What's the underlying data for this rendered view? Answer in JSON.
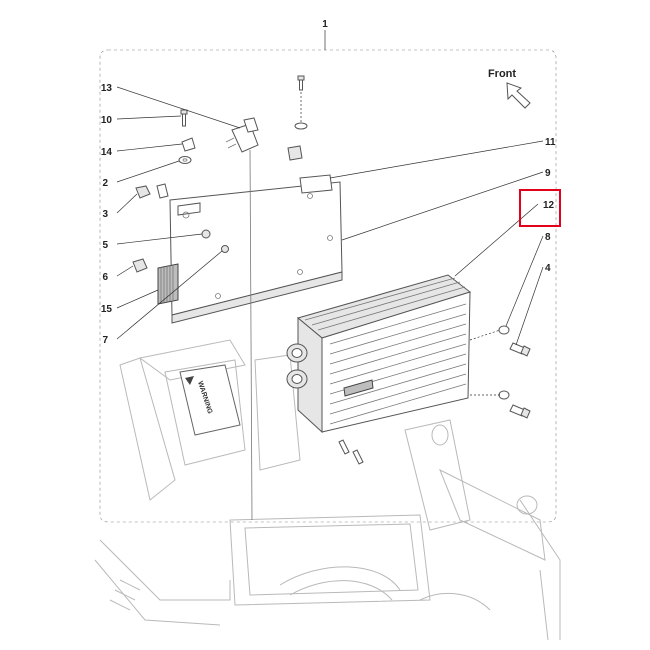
{
  "diagram": {
    "assembly_label": "1",
    "front_label": "Front",
    "warning_text": "WARNING",
    "callouts": [
      {
        "key": "p13",
        "label": "13"
      },
      {
        "key": "p10",
        "label": "10"
      },
      {
        "key": "p14",
        "label": "14"
      },
      {
        "key": "p2",
        "label": "2"
      },
      {
        "key": "p3",
        "label": "3"
      },
      {
        "key": "p5",
        "label": "5"
      },
      {
        "key": "p6",
        "label": "6"
      },
      {
        "key": "p15",
        "label": "15"
      },
      {
        "key": "p7",
        "label": "7"
      },
      {
        "key": "p11",
        "label": "11"
      },
      {
        "key": "p9",
        "label": "9"
      },
      {
        "key": "p12",
        "label": "12"
      },
      {
        "key": "p8",
        "label": "8"
      },
      {
        "key": "p4",
        "label": "4"
      }
    ],
    "highlighted_callout": "12",
    "highlight_color": "#e3001b"
  }
}
